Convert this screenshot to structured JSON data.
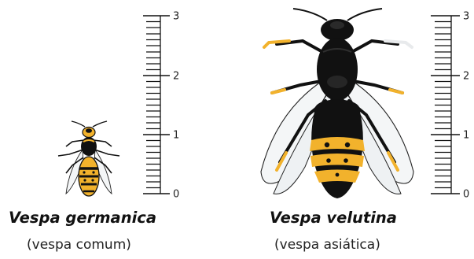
{
  "specimens": [
    {
      "scientific_name": "Vespa germanica",
      "common_name": "(vespa comum)",
      "scale_labels": [
        "3",
        "2",
        "1",
        "0"
      ]
    },
    {
      "scientific_name": "Vespa velutina",
      "common_name": "(vespa asiática)",
      "scale_labels": [
        "3",
        "2",
        "1",
        "0"
      ]
    }
  ],
  "colors": {
    "ink": "#111111",
    "wasp_yellow": "#f2b22c",
    "wing_tint": "#f4f6f7"
  }
}
